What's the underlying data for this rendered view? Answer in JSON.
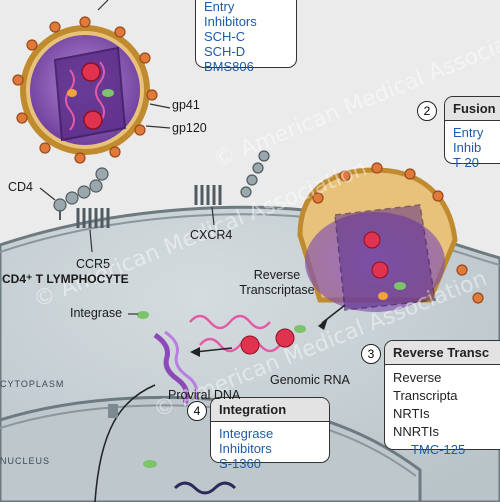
{
  "boxes": {
    "entry": {
      "lines": [
        "Entry Inhibitors",
        "SCH-C",
        "SCH-D",
        "BMS806"
      ]
    },
    "fusion": {
      "number": "2",
      "title": "Fusion",
      "lines": [
        "Entry Inhib",
        "T-20"
      ]
    },
    "reverse": {
      "number": "3",
      "title": "Reverse Transc",
      "lines": [
        "Reverse Transcripta",
        "NRTIs",
        "NNRTIs",
        "TMC-125"
      ]
    },
    "integration": {
      "number": "4",
      "title": "Integration",
      "lines": [
        "Integrase Inhibitors",
        "S-1360"
      ]
    }
  },
  "labels": {
    "gp41": "gp41",
    "gp120": "gp120",
    "cd4": "CD4",
    "ccr5": "CCR5",
    "cxcr4": "CXCR4",
    "cell_title": "CD4⁺ T LYMPHOCYTE",
    "reverse_transcriptase": "Reverse Transcriptase",
    "integrase": "Integrase",
    "genomic_rna": "Genomic RNA",
    "proviral_dna": "Proviral DNA",
    "cytoplasm": "CYTOPLASM",
    "nucleus": "NUCLEUS"
  },
  "watermark": "© American Medical Association",
  "colors": {
    "box_blue": "#1e5ba8",
    "virus_purple": "#7a44a8",
    "envelope_gold": "#d49a3a",
    "cell_fill": "#c9d2d6"
  }
}
